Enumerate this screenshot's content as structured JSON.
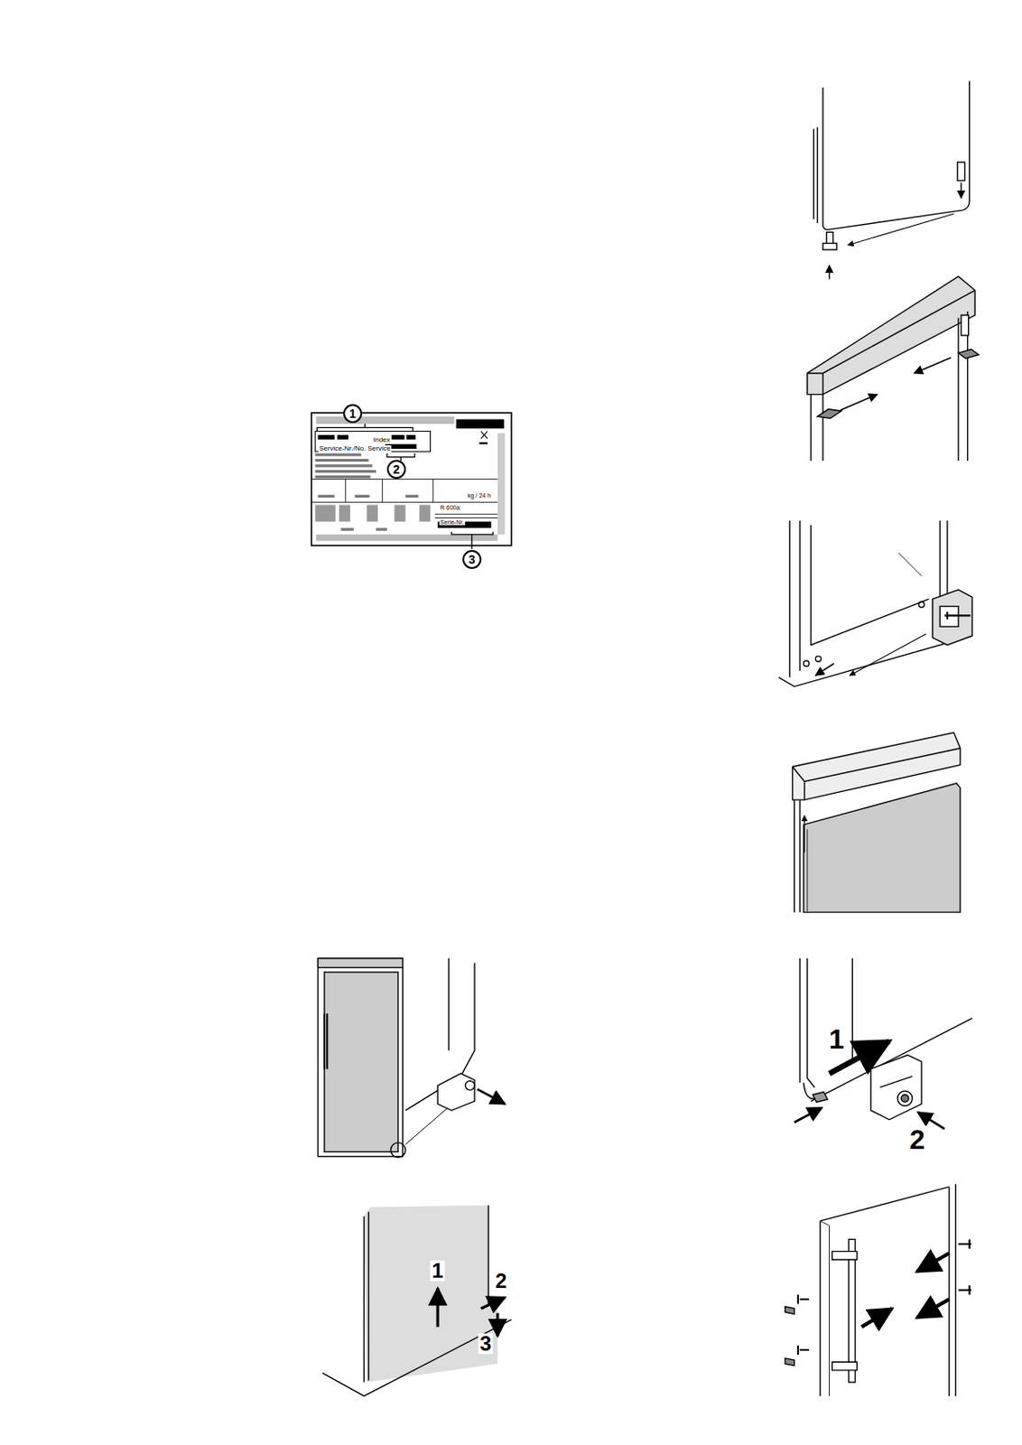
{
  "diagram": {
    "nodes": [
      {
        "text": [
          "1"
        ]
      },
      {
        "text": [
          "2"
        ]
      },
      {
        "text": [
          "3"
        ]
      }
    ],
    "labels": [
      "Index",
      "Service-Nr./No. Service",
      "kg / 24 h",
      "R 600a:",
      "Serie-Nr.",
      "1",
      "2",
      "3",
      "1",
      "2"
    ]
  }
}
